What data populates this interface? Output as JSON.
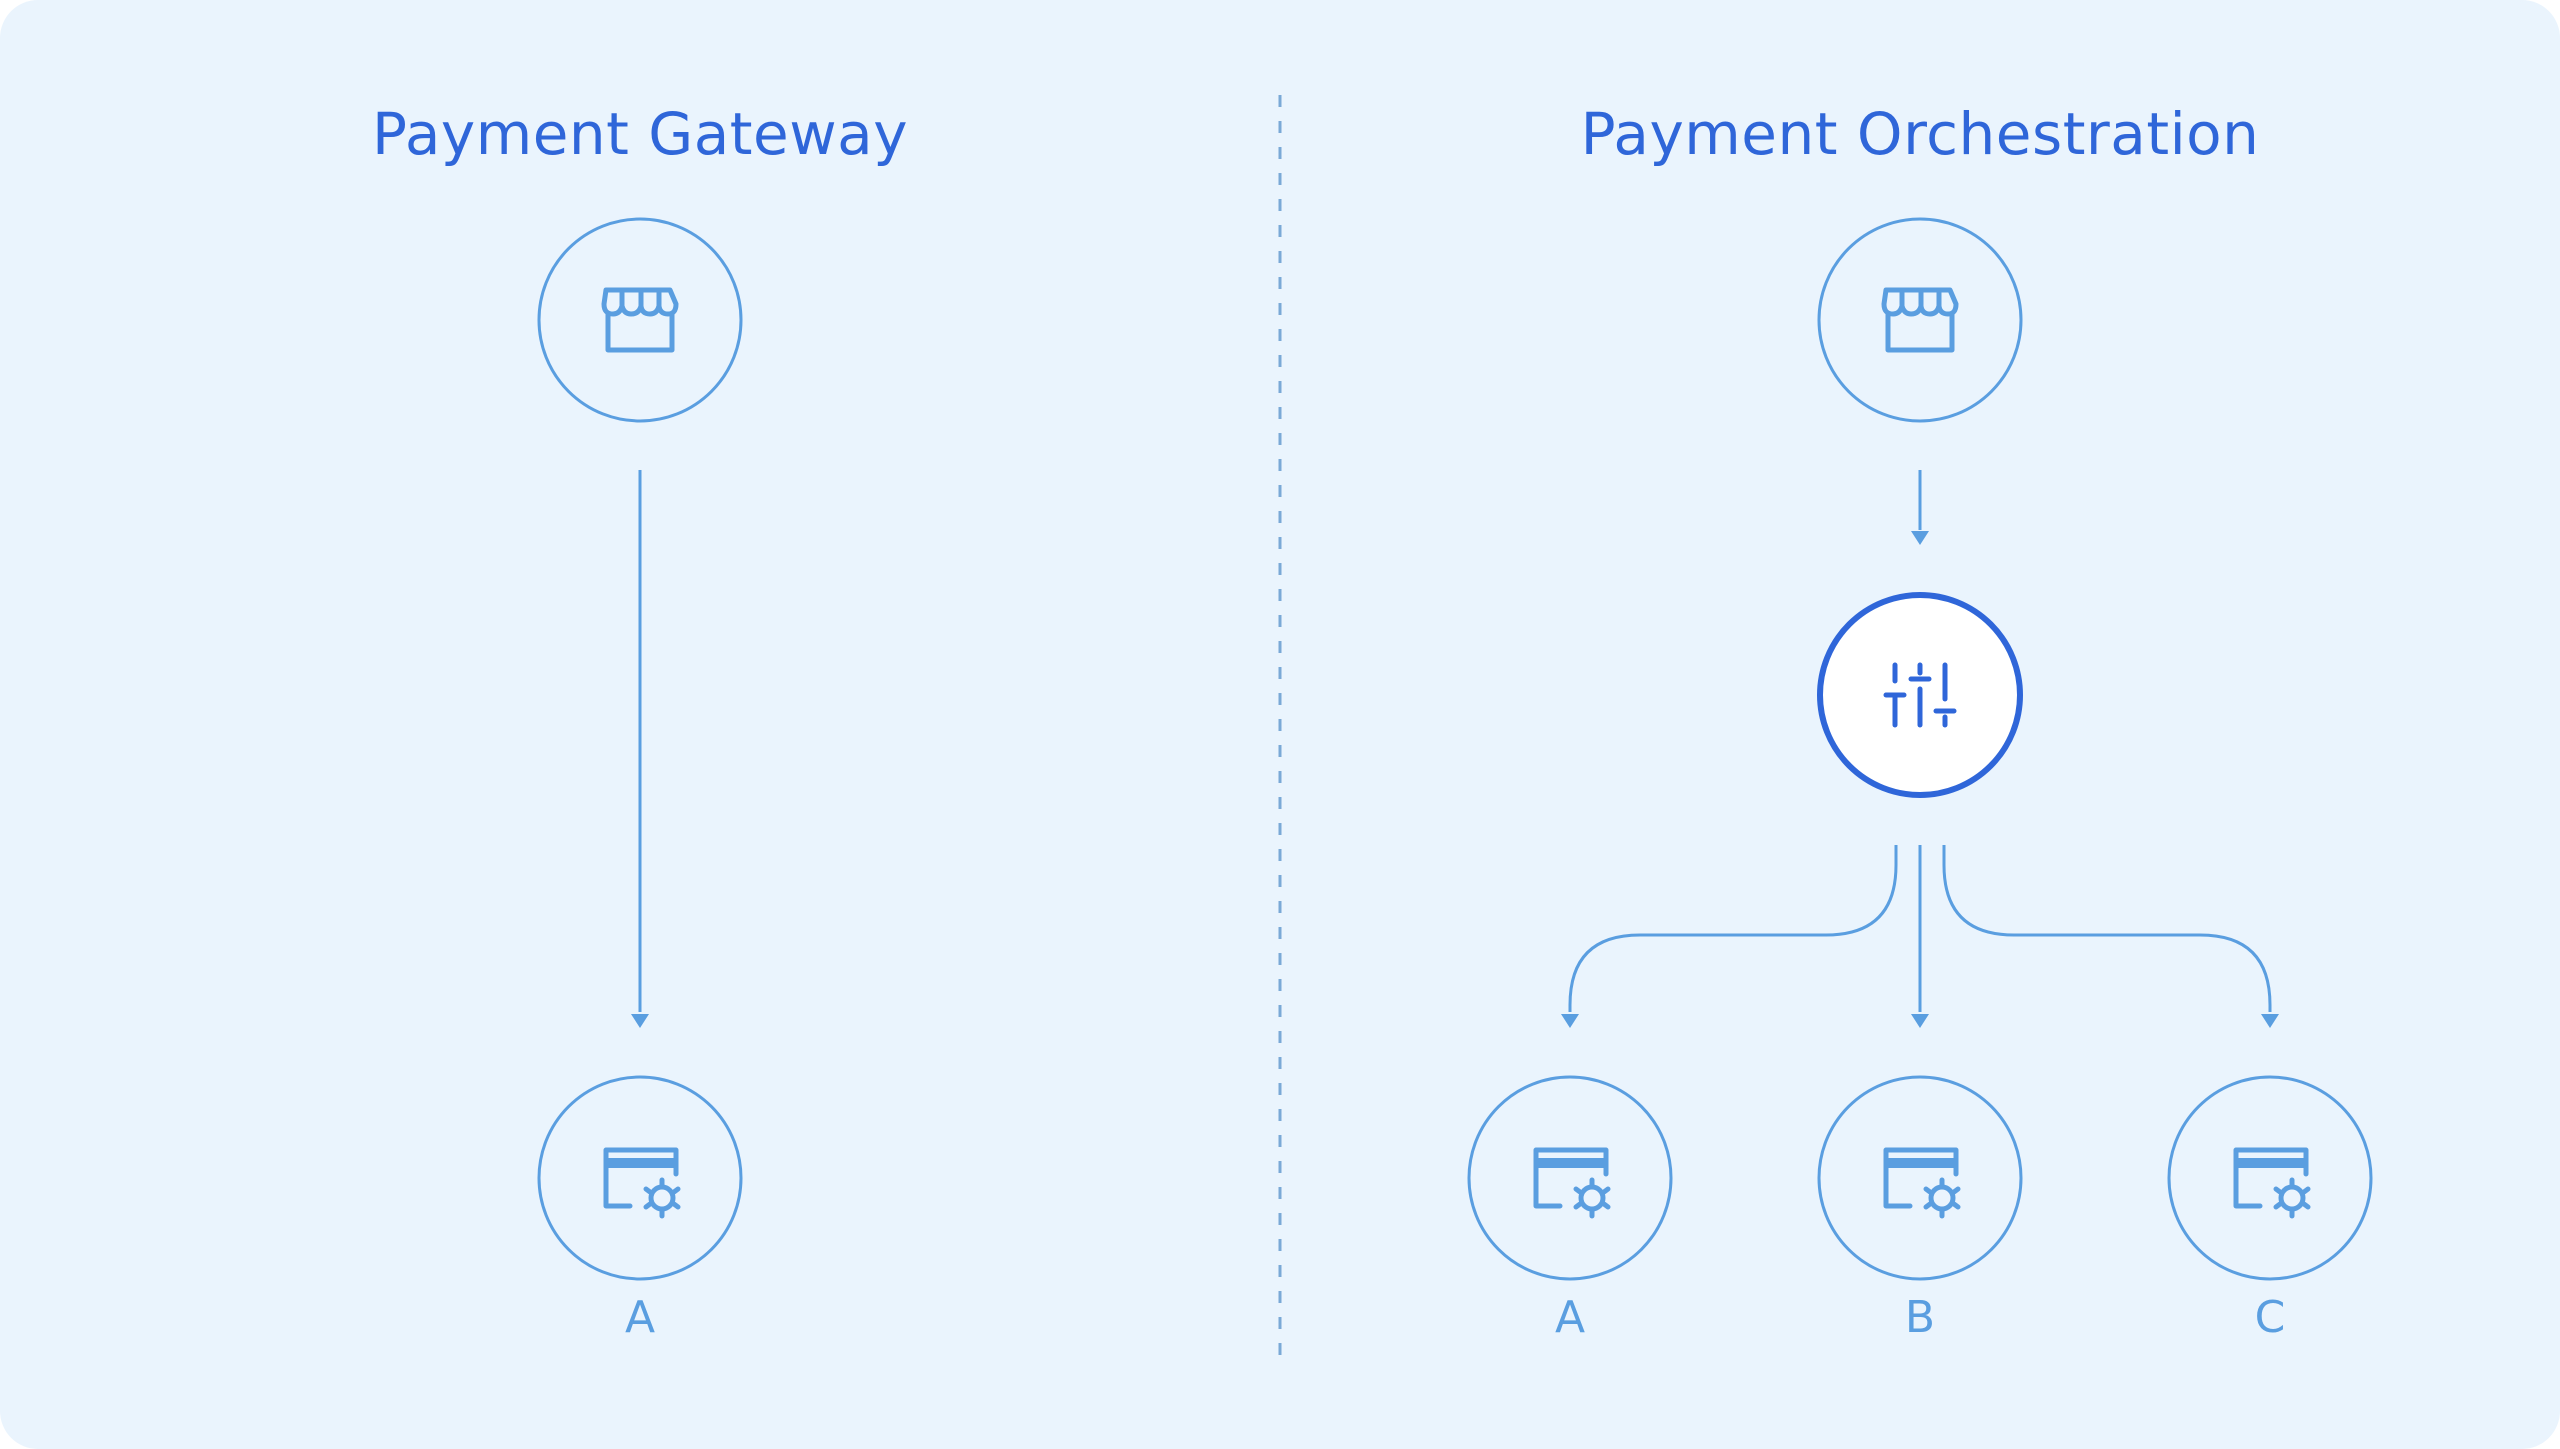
{
  "colors": {
    "background": "#eaf4fd",
    "title": "#2f66d9",
    "stroke_light": "#5a9ee0",
    "stroke_dark": "#2f66d9",
    "node_fill_active": "#ffffff",
    "divider": "#7aa9d6"
  },
  "left_panel": {
    "title": "Payment Gateway",
    "merchant_icon": "storefront-icon",
    "processor": {
      "label": "A",
      "icon": "card-gear-icon"
    }
  },
  "right_panel": {
    "title": "Payment Orchestration",
    "merchant_icon": "storefront-icon",
    "orchestrator_icon": "sliders-icon",
    "processors": [
      {
        "label": "A",
        "icon": "card-gear-icon"
      },
      {
        "label": "B",
        "icon": "card-gear-icon"
      },
      {
        "label": "C",
        "icon": "card-gear-icon"
      }
    ]
  }
}
